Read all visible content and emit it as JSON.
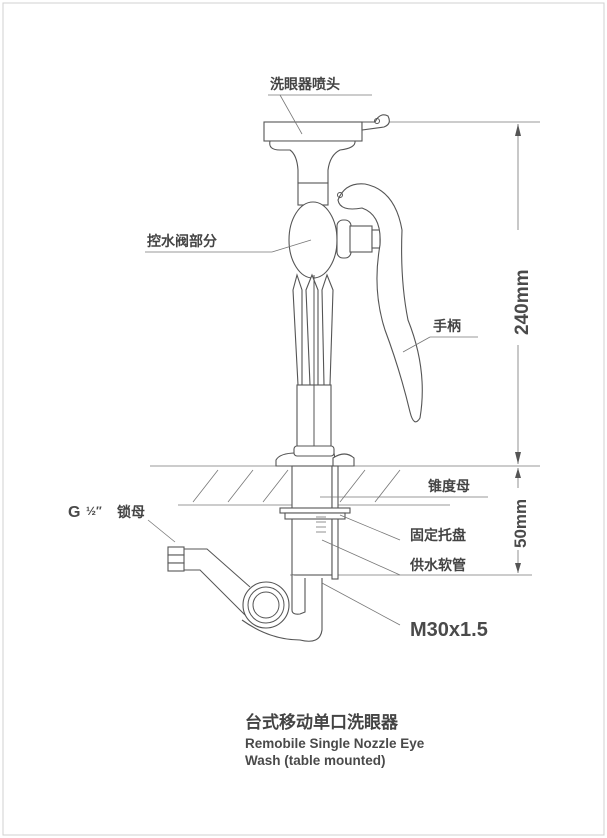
{
  "labels": {
    "nozzle_head": "洗眼器喷头",
    "valve_section": "控水阀部分",
    "handle": "手柄",
    "taper_nut": "锥度母",
    "fixing_tray": "固定托盘",
    "supply_hose": "供水软管",
    "thread_spec": "M30x1.5",
    "lock_nut_prefix": "G",
    "lock_nut_fraction": "½″",
    "lock_nut": "锁母"
  },
  "dimensions": {
    "height_above_table": "240mm",
    "height_below_table": "50mm"
  },
  "title": {
    "chinese": "台式移动单口洗眼器",
    "english_line1": "Remobile Single Nozzle Eye",
    "english_line2": "Wash (table mounted)"
  },
  "colors": {
    "line": "#555555",
    "text": "#444444",
    "frame": "#cccccc"
  }
}
